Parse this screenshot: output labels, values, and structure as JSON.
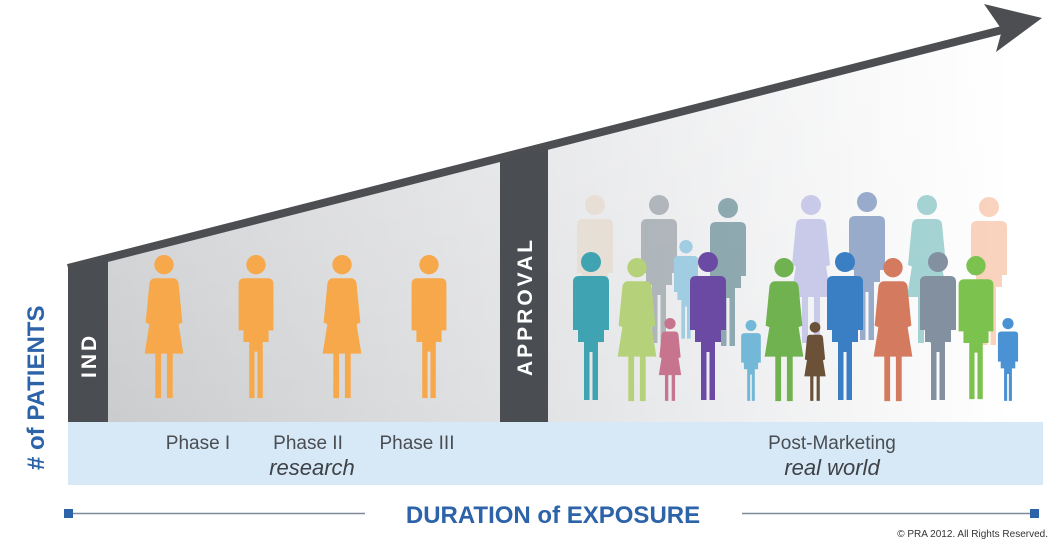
{
  "diagram": {
    "y_axis_label": "# of PATIENTS",
    "x_axis_label": "DURATION of EXPOSURE",
    "copyright": "© PRA 2012. All Rights Reserved.",
    "ind_label": "IND",
    "approval_label": "APPROVAL",
    "research": {
      "phases": [
        "Phase I",
        "Phase II",
        "Phase III"
      ],
      "subtitle": "research",
      "figure_color": "#f6a84a"
    },
    "post_marketing": {
      "title": "Post-Marketing",
      "subtitle": "real world"
    },
    "colors": {
      "axis_blue": "#2d63a8",
      "band_blue": "#d7e9f7",
      "marker_dark": "#4a4d52",
      "arrow": "#4c4e52"
    }
  }
}
